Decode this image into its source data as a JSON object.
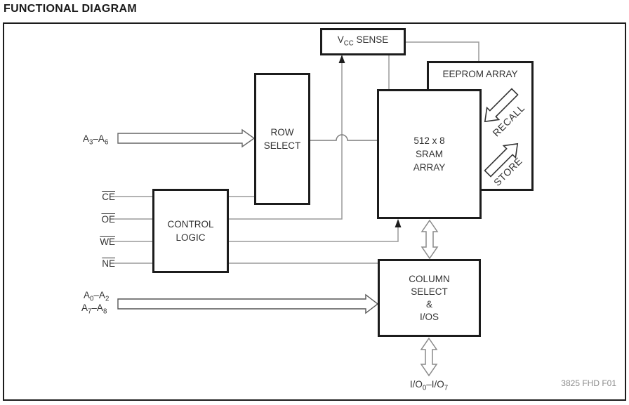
{
  "title": "FUNCTIONAL DIAGRAM",
  "colors": {
    "wire_gray": "#9a9a9a",
    "box_border": "#1c1c1c",
    "text": "#333333",
    "figure_text": "#8c8c8c"
  },
  "blocks": {
    "vcc_sense": {
      "label_rich": "V~CC~ SENSE"
    },
    "eeprom": {
      "label": "EEPROM ARRAY"
    },
    "row_select": {
      "lines": [
        "ROW",
        "SELECT"
      ]
    },
    "sram": {
      "lines": [
        "512 x 8",
        "SRAM",
        "ARRAY"
      ]
    },
    "control": {
      "lines": [
        "CONTROL",
        "LOGIC"
      ]
    },
    "column": {
      "lines": [
        "COLUMN",
        "SELECT",
        "&",
        "I/OS"
      ]
    }
  },
  "signals": {
    "a3_a6": "A~3~–A~6~",
    "a0_a2": "A~0~–A~2~",
    "a7_a8": "A~7~–A~8~",
    "ce": "CE",
    "oe": "OE",
    "we": "WE",
    "ne": "NE",
    "io": "I/O~0~–I/O~7~"
  },
  "transfer_arrows": {
    "recall": "RECALL",
    "store": "STORE"
  },
  "figure_number": "3825 FHD F01"
}
